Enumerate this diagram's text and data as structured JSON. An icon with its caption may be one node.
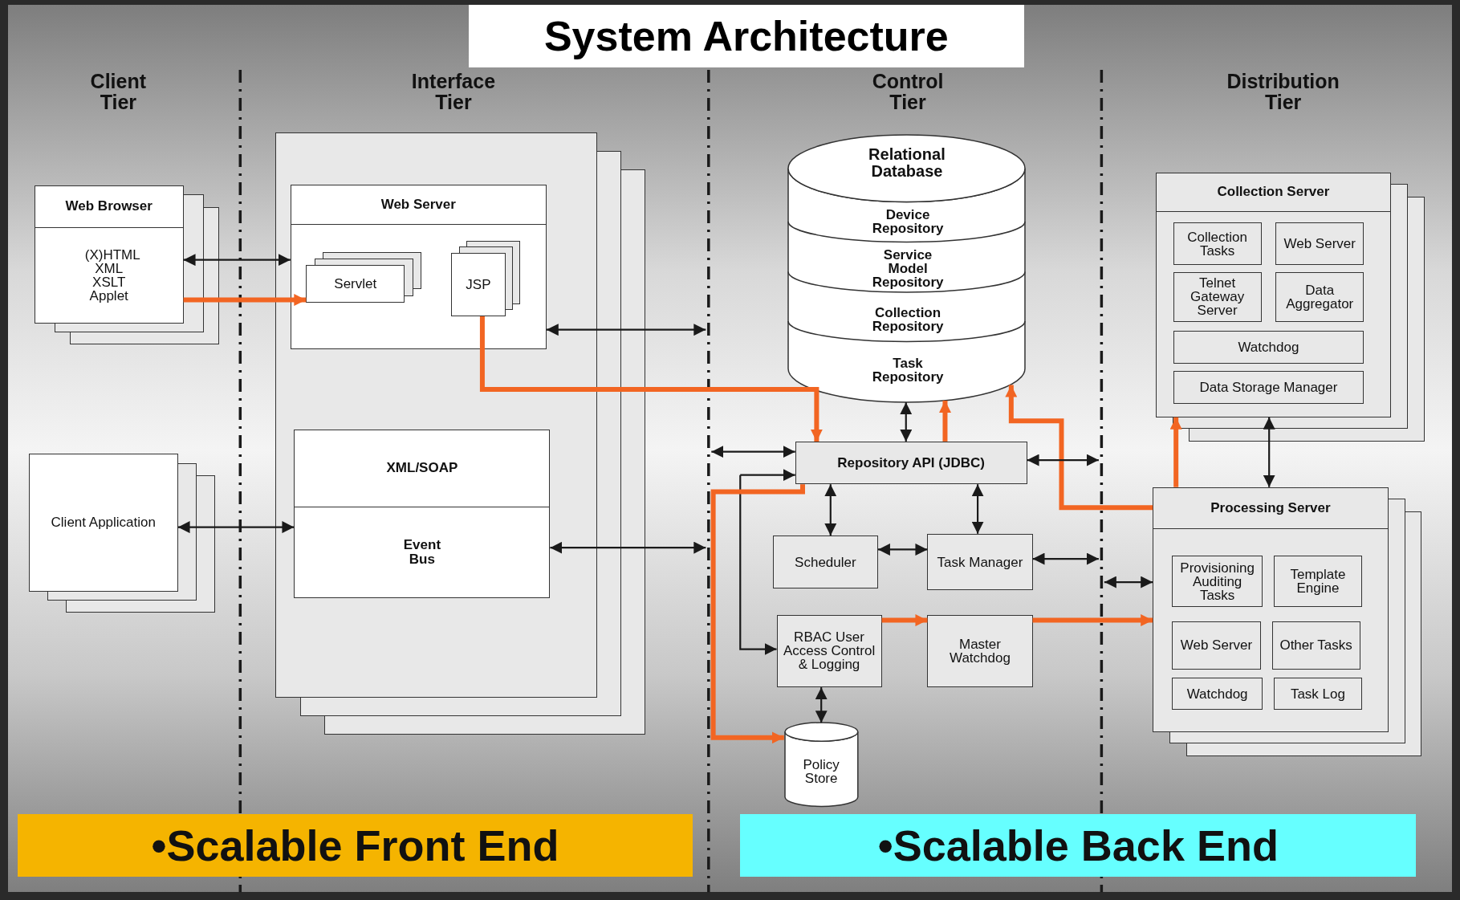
{
  "diagram": {
    "title": "System Architecture",
    "nodes": [
      {
        "text": [
          "Web Browser",
          "(X)HTML XML XSLT Applet"
        ]
      },
      {
        "text": [
          "Client Application"
        ]
      },
      {
        "text": [],
        "shape": "box"
      },
      {
        "text": [
          "Web Server"
        ],
        "in": 2
      },
      {
        "text": [
          "Servlet"
        ],
        "in": 3
      },
      {
        "text": [
          "JSP"
        ],
        "in": 3
      },
      {
        "text": [
          "XML/SOAP",
          "Event Bus"
        ],
        "in": 2
      },
      {
        "text": [
          "Relational Database"
        ]
      },
      {
        "text": [
          "Device Repository"
        ],
        "in": 7
      },
      {
        "text": [
          "Service Model Repository"
        ],
        "in": 7
      },
      {
        "text": [
          "Collection Repository"
        ],
        "in": 7
      },
      {
        "text": [
          "Task Repository"
        ],
        "in": 7
      },
      {
        "text": [
          "Repository API (JDBC)"
        ]
      },
      {
        "text": [
          "Scheduler"
        ]
      },
      {
        "text": [
          "Task Manager"
        ]
      },
      {
        "text": [
          "RBAC User Access Control & Logging"
        ]
      },
      {
        "text": [
          "Master Watchdog"
        ]
      },
      {
        "text": [
          "Policy Store"
        ]
      },
      {
        "text": [
          "Collection Server"
        ]
      },
      {
        "text": [
          "Collection Tasks"
        ],
        "in": 18
      },
      {
        "text": [
          "Web Server"
        ],
        "in": 18
      },
      {
        "text": [
          "Telnet Gateway Server"
        ],
        "in": 18
      },
      {
        "text": [
          "Data Aggregator"
        ],
        "in": 18
      },
      {
        "text": [
          "Watchdog"
        ],
        "in": 18
      },
      {
        "text": [
          "Data Storage Manager"
        ],
        "in": 18
      },
      {
        "text": [
          "Processing Server"
        ]
      },
      {
        "text": [
          "Provisioning Auditing Tasks"
        ],
        "in": 25
      },
      {
        "text": [
          "Template Engine"
        ],
        "in": 25
      },
      {
        "text": [
          "Web Server"
        ],
        "in": 25
      },
      {
        "text": [
          "Other Tasks"
        ],
        "in": 25
      },
      {
        "text": [
          "Watchdog"
        ],
        "in": 25
      },
      {
        "text": [
          "Task Log"
        ],
        "in": 25
      },
      {
        "text": [
          "•Scalable Front End"
        ]
      },
      {
        "text": [
          "•Scalable Back End"
        ]
      }
    ],
    "edges": [
      {
        "from": 0,
        "to": 3,
        "arrow": "both"
      },
      {
        "from": 0,
        "to": 4,
        "arrow": "to",
        "style": "thick",
        "color": "#f26522"
      },
      {
        "from": 3,
        "to": null,
        "arrow": "both"
      },
      {
        "from": 5,
        "to": 12,
        "arrow": "to",
        "style": "thick",
        "color": "#f26522"
      },
      {
        "from": 1,
        "to": 6,
        "arrow": "both"
      },
      {
        "from": 6,
        "to": null,
        "arrow": "both"
      },
      {
        "from": 7,
        "to": 12,
        "arrow": "both"
      },
      {
        "from": 12,
        "to": 7,
        "arrow": "to",
        "style": "thick",
        "color": "#f26522"
      },
      {
        "from": 25,
        "to": 7,
        "arrow": "to",
        "style": "thick",
        "color": "#f26522"
      },
      {
        "from": null,
        "to": 12,
        "arrow": "both"
      },
      {
        "from": 12,
        "to": null,
        "arrow": "both"
      },
      {
        "from": null,
        "to": 12,
        "arrow": "to"
      },
      {
        "from": null,
        "to": 15,
        "arrow": "to"
      },
      {
        "from": 12,
        "to": 17,
        "arrow": "to",
        "style": "thick",
        "color": "#f26522"
      },
      {
        "from": 12,
        "to": 13,
        "arrow": "both"
      },
      {
        "from": 12,
        "to": 14,
        "arrow": "both"
      },
      {
        "from": 13,
        "to": 14,
        "arrow": "both"
      },
      {
        "from": 14,
        "to": null,
        "arrow": "both"
      },
      {
        "from": 15,
        "to": 17,
        "arrow": "both"
      },
      {
        "from": 15,
        "to": 16,
        "arrow": "to",
        "style": "thick",
        "color": "#f26522"
      },
      {
        "from": 16,
        "to": 25,
        "arrow": "to",
        "style": "thick",
        "color": "#f26522"
      },
      {
        "from": 25,
        "to": 18,
        "arrow": "to",
        "style": "thick",
        "color": "#f26522"
      },
      {
        "from": 18,
        "to": 25,
        "arrow": "both"
      },
      {
        "from": null,
        "to": 25,
        "arrow": "both"
      }
    ],
    "labels": [
      "Client Tier",
      "Interface Tier",
      "Control Tier",
      "Distribution Tier"
    ]
  }
}
